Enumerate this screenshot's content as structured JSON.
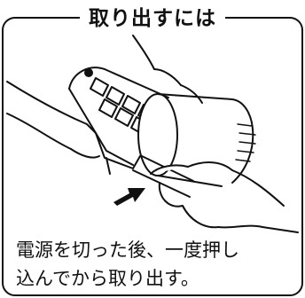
{
  "title": "取り出すには",
  "caption": {
    "line1": "電源を切った後、一度押し",
    "line2": "込んでから取り出す。"
  },
  "colors": {
    "ink": "#111111",
    "paper": "#ffffff"
  }
}
